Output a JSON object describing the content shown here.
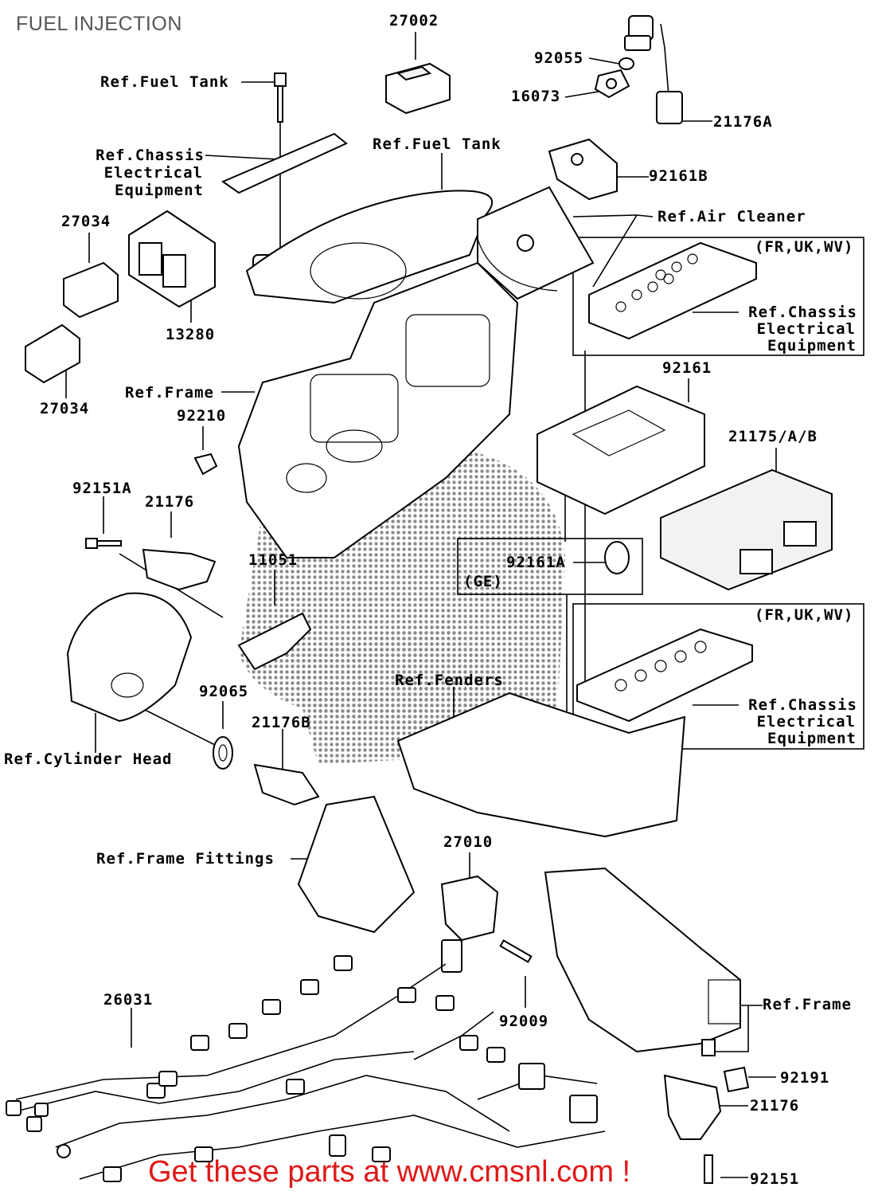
{
  "title": "FUEL INJECTION",
  "promo": "Get these parts at www.cmsnl.com !",
  "labels": {
    "p27002": "27002",
    "p92055": "92055",
    "p16073": "16073",
    "p21176A": "21176A",
    "ref_fuel_tank_1": "Ref.Fuel Tank",
    "ref_fuel_tank_2": "Ref.Fuel Tank",
    "ref_chassis_1_l1": "Ref.Chassis",
    "ref_chassis_1_l2": "Electrical",
    "ref_chassis_1_l3": "Equipment",
    "p92161B": "92161B",
    "ref_air_cleaner": "Ref.Air Cleaner",
    "p27034_a": "27034",
    "p27034_b": "27034",
    "p13280": "13280",
    "region_1": "(FR,UK,WV)",
    "ref_chassis_2_l1": "Ref.Chassis",
    "ref_chassis_2_l2": "Electrical",
    "ref_chassis_2_l3": "Equipment",
    "p92161": "92161",
    "ref_frame_1": "Ref.Frame",
    "p92210": "92210",
    "p21175": "21175/A/B",
    "p92151A": "92151A",
    "p21176_a": "21176",
    "p11051": "11051",
    "p92161A": "92161A",
    "region_ge": "(GE)",
    "region_2": "(FR,UK,WV)",
    "ref_fenders": "Ref.Fenders",
    "p92065": "92065",
    "ref_chassis_3_l1": "Ref.Chassis",
    "ref_chassis_3_l2": "Electrical",
    "ref_chassis_3_l3": "Equipment",
    "ref_cyl_head": "Ref.Cylinder Head",
    "p21176B": "21176B",
    "p27010": "27010",
    "ref_frame_fittings": "Ref.Frame Fittings",
    "p26031": "26031",
    "p92009": "92009",
    "ref_frame_2": "Ref.Frame",
    "p92191": "92191",
    "p21176_b": "21176",
    "p92151": "92151"
  },
  "colors": {
    "promo": "#e01818",
    "title": "#555555",
    "line": "#000000"
  }
}
